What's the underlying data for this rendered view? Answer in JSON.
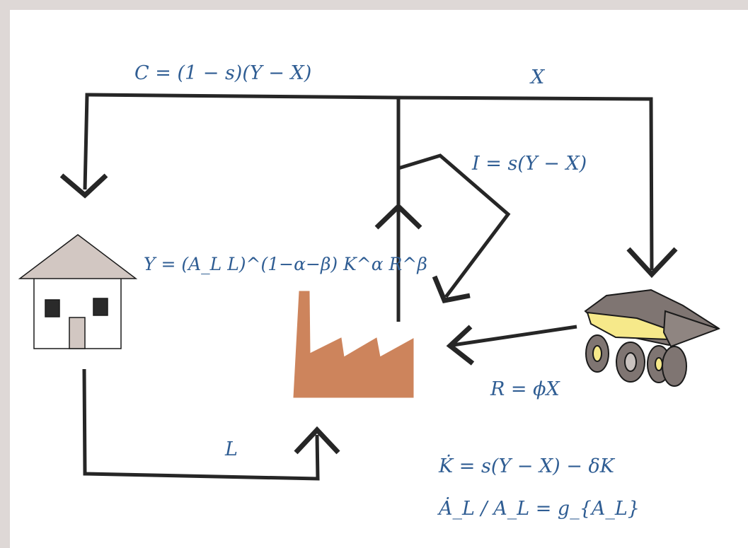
{
  "labels": {
    "consumption": "C = (1 − s)(Y − X)",
    "extraction": "X",
    "investment": "I = s(Y − X)",
    "production": "Y = (A_L L)^(1−α−β) K^α R^β",
    "resource": "R = ϕX",
    "labor": "L",
    "capital_accumulation": "K̇ = s(Y − X) − δK",
    "tech_growth": "Ȧ_L / A_L = g_{A_L}"
  },
  "colors": {
    "arrow": "#262626",
    "label": "#2f5d93",
    "factory": "#cd845c",
    "house_roof": "#d2c7c2",
    "truck_body": "#7f7572",
    "truck_bed": "#f6e98a"
  }
}
